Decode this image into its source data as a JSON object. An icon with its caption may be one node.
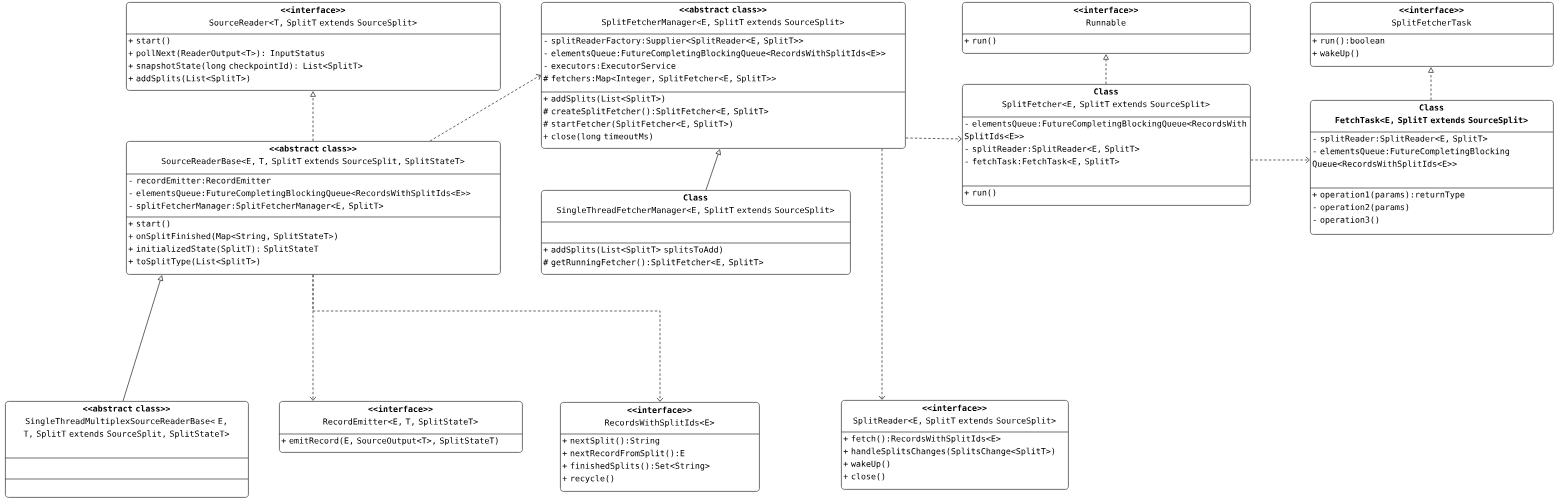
{
  "diagram": {
    "nodes": [
      {
        "text": [
          "<<interface>>",
          "SourceReader<T, SplitT extends SourceSplit>",
          "+ start()",
          "+ pollNext(ReaderOutput<T>): InputStatus",
          "+ snapshotState(long checkpointId): List<SplitT>",
          "+ addSplits(List<SplitT>)"
        ]
      },
      {
        "text": [
          "<<abstract class>>",
          "SplitFetcherManager<E, SplitT extends SourceSplit>",
          "- splitReaderFactory:Supplier<SplitReader<E, SplitT>>",
          "- elementsQueue:FutureCompletingBlockingQueue<RecordsWithSplitIds<E>>",
          "- executors:ExecutorService",
          "# fetchers:Map<Integer, SplitFetcher<E, SplitT>>",
          "+ addSplits(List<SplitT>)",
          "# createSplitFetcher():SplitFetcher<E, SplitT>",
          "# startFetcher(SplitFetcher<E, SplitT>)",
          "+ close(long timeoutMs)"
        ]
      },
      {
        "text": [
          "<<interface>>",
          "Runnable",
          "+ run()"
        ]
      },
      {
        "text": [
          "<<interface>>",
          "SplitFetcherTask",
          "+ run():boolean",
          "+ wakeUp()"
        ]
      },
      {
        "text": [
          "Class",
          "SplitFetcher<E, SplitT extends SourceSplit>",
          "- elementsQueue:FutureCompletingBlockingQueue<RecordsWithSplitIds<E>>",
          "- splitReader:SplitReader<E, SplitT>",
          "- fetchTask:FetchTask<E, SplitT>",
          "+ run()"
        ]
      },
      {
        "text": [
          "Class",
          "FetchTask<E, SplitT extends SourceSplit>",
          "- splitReader:SplitReader<E, SplitT>",
          "- elementsQueue:FutureCompletingBlockingQueue<RecordsWithSplitIds<E>>",
          "+ operation1(params):returnType",
          "- operation2(params)",
          "- operation3()"
        ]
      },
      {
        "text": [
          "<<abstract class>>",
          "SourceReaderBase<E, T, SplitT extends SourceSplit, SplitStateT>",
          "- recordEmitter:RecordEmitter",
          "- elementsQueue:FutureCompletingBlockingQueue<RecordsWithSplitIds<E>>",
          "- splitFetcherManager:SplitFetcherManager<E, SplitT>",
          "+ start()",
          "+ onSplitFinished(Map<String, SplitStateT>)",
          "+ initializedState(SplitT): SplitStateT",
          "+ toSplitType(List<SplitT>)"
        ]
      },
      {
        "text": [
          "Class",
          "SingleThreadFetcherManager<E, SplitT extends SourceSplit>",
          "+ addSplits(List<SplitT> splitsToAdd)",
          "# getRunningFetcher():SplitFetcher<E, SplitT>"
        ]
      },
      {
        "text": [
          "<<abstract class>>",
          "SingleThreadMultiplexSourceReaderBase< E, T, SplitT extends SourceSplit, SplitStateT>"
        ]
      },
      {
        "text": [
          "<<interface>>",
          "RecordEmitter<E, T, SplitStateT>",
          "+ emitRecord(E, SourceOutput<T>, SplitStateT)"
        ]
      },
      {
        "text": [
          "<<interface>>",
          "RecordsWithSplitIds<E>",
          "+ nextSplit():String",
          "+ nextRecordFromSplit():E",
          "+ finishedSplits():Set<String>",
          "+ recycle()"
        ]
      },
      {
        "text": [
          "<<interface>>",
          "SplitReader<E, SplitT extends SourceSplit>",
          "+ fetch():RecordsWithSplitIds<E>",
          "+ handleSplitsChanges(SplitsChange<SplitT>)",
          "+ wakeUp()",
          "+ close()"
        ]
      }
    ],
    "edges": [
      {
        "from": 6,
        "to": 0,
        "arrow": "to",
        "style": "dashed"
      },
      {
        "from": 6,
        "to": 1,
        "arrow": "to",
        "style": "dashed"
      },
      {
        "from": 7,
        "to": 1,
        "arrow": "to"
      },
      {
        "from": 4,
        "to": 2,
        "arrow": "to",
        "style": "dashed"
      },
      {
        "from": 5,
        "to": 3,
        "arrow": "to",
        "style": "dashed"
      },
      {
        "from": 1,
        "to": 4,
        "arrow": "to",
        "style": "dashed"
      },
      {
        "from": 4,
        "to": 5,
        "arrow": "to",
        "style": "dashed"
      },
      {
        "from": 1,
        "to": 11,
        "arrow": "to",
        "style": "dashed"
      },
      {
        "from": 8,
        "to": 6,
        "arrow": "to"
      },
      {
        "from": 6,
        "to": 9,
        "arrow": "to",
        "style": "dashed"
      },
      {
        "from": 6,
        "to": 10,
        "arrow": "to",
        "style": "dashed"
      }
    ]
  }
}
